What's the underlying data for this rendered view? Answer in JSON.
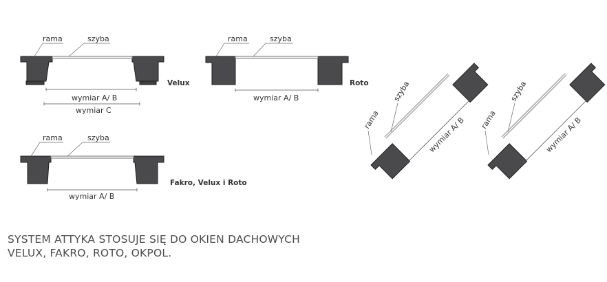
{
  "labels": {
    "rama": "rama",
    "szyba": "szyba",
    "wymiar_ab": "wymiar A/ B",
    "wymiar_c": "wymiar C"
  },
  "brands": {
    "velux": "Velux",
    "roto": "Roto",
    "fakro_velux_roto": "Fakro, Velux i Roto"
  },
  "caption": {
    "line1": "SYSTEM ATTYKA STOSUJE SIĘ DO OKIEN DACHOWYCH",
    "line2": "VELUX, FAKRO, ROTO, OKPOL."
  },
  "colors": {
    "frame": "#4a4a4d",
    "glass": "#f4f4f4",
    "text": "#333333",
    "caption": "#4d4d4d"
  }
}
